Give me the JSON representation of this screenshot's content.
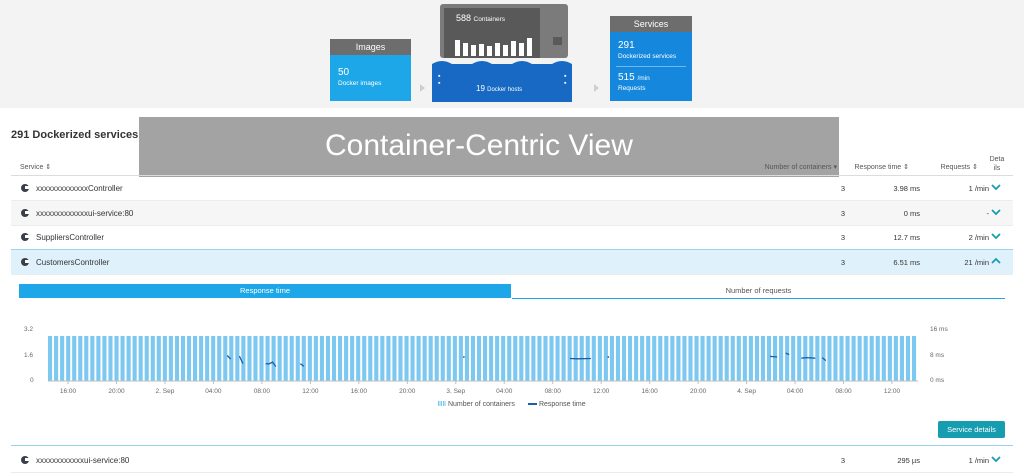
{
  "overview": {
    "images": {
      "header": "Images",
      "count": "50",
      "label": "Docker images"
    },
    "containers": {
      "count": "588",
      "label": "Containers"
    },
    "hosts": {
      "count": "19",
      "label": "Docker hosts"
    },
    "services": {
      "header": "Services",
      "count": "291",
      "label": "Dockerized services",
      "rate": "515",
      "rate_unit": "/min",
      "rate_label": "Requests"
    }
  },
  "page_title": "291 Dockerized services",
  "banner": "Container-Centric View",
  "table": {
    "headers": {
      "service": "Service ⇕",
      "containers": "Number of containers ▾",
      "response": "Response time ⇕",
      "requests": "Requests ⇕",
      "details_1": "Deta",
      "details_2": "ils"
    },
    "rows": [
      {
        "name": "xxxxxxxxxxxxxController",
        "containers": "3",
        "response": "3.98 ms",
        "requests": "1 /min"
      },
      {
        "name": "xxxxxxxxxxxxxui-service:80",
        "containers": "3",
        "response": "0 ms",
        "requests": "-"
      },
      {
        "name": "SuppliersController",
        "containers": "3",
        "response": "12.7 ms",
        "requests": "2 /min"
      },
      {
        "name": "CustomersController",
        "containers": "3",
        "response": "6.51 ms",
        "requests": "21 /min"
      },
      {
        "name": "xxxxxxxxxxxxui-service:80",
        "containers": "3",
        "response": "295 µs",
        "requests": "1 /min"
      }
    ]
  },
  "detail": {
    "tab_active": "Response time",
    "tab_other": "Number of requests",
    "legend_bars": "Number of containers",
    "legend_line": "Response time",
    "button": "Service details"
  },
  "chart_data": {
    "type": "bar",
    "title": "",
    "y_left_ticks": [
      "3.2",
      "1.6",
      "0"
    ],
    "y_right_ticks": [
      "16 ms",
      "8 ms",
      "0 ms"
    ],
    "x_ticks": [
      "16:00",
      "20:00",
      "2. Sep",
      "04:00",
      "08:00",
      "12:00",
      "16:00",
      "20:00",
      "3. Sep",
      "04:00",
      "08:00",
      "12:00",
      "16:00",
      "20:00",
      "4. Sep",
      "04:00",
      "08:00",
      "12:00"
    ],
    "series": [
      {
        "name": "Number of containers",
        "type": "bar",
        "value": 3,
        "bar_count": 144
      },
      {
        "name": "Response time",
        "type": "line",
        "unit": "ms",
        "segments": [
          [
            [
              20.6,
              8.5
            ],
            [
              21.0,
              7.3
            ]
          ],
          [
            [
              22.0,
              8.3
            ],
            [
              22.4,
              5.8
            ]
          ],
          [
            [
              25.0,
              5.8
            ],
            [
              25.4,
              5.7
            ],
            [
              25.8,
              6.3
            ],
            [
              26.2,
              4.8
            ]
          ],
          [
            [
              29.0,
              5.8
            ],
            [
              29.4,
              4.9
            ]
          ],
          [
            [
              47.8,
              8.0
            ]
          ],
          [
            [
              60.0,
              7.5
            ],
            [
              60.8,
              7.4
            ],
            [
              62.4,
              7.5
            ]
          ],
          [
            [
              64.4,
              8.0
            ]
          ],
          [
            [
              83.0,
              8.2
            ],
            [
              83.8,
              8.0
            ]
          ],
          [
            [
              84.8,
              9.3
            ],
            [
              85.2,
              8.8
            ]
          ],
          [
            [
              86.6,
              7.6
            ],
            [
              87.2,
              7.8
            ],
            [
              88.2,
              7.6
            ]
          ],
          [
            [
              89.0,
              7.8
            ],
            [
              89.4,
              6.8
            ]
          ]
        ]
      }
    ],
    "ylim": [
      0,
      3.2
    ],
    "y2lim": [
      0,
      16
    ],
    "grid": false,
    "legend": "bottom-center"
  }
}
